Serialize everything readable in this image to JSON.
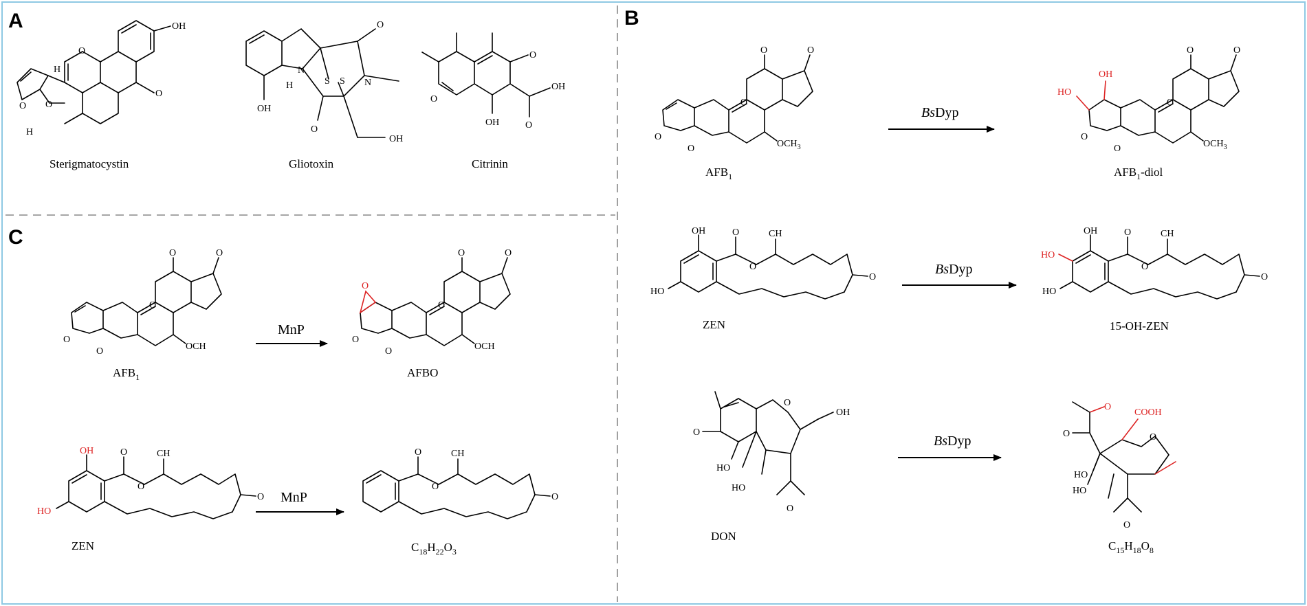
{
  "panels": {
    "A": {
      "letter": "A",
      "compounds": [
        "Sterigmatocystin",
        "Gliotoxin",
        "Citrinin"
      ]
    },
    "B": {
      "letter": "B",
      "enzyme_italic": "Bs",
      "enzyme_suffix": "Dyp",
      "reactions": [
        {
          "substrate": "AFB",
          "substrate_sub": "1",
          "product": "AFB",
          "product_sub": "1",
          "product_suffix": "-diol"
        },
        {
          "substrate": "ZEN",
          "product": "15-OH-ZEN"
        },
        {
          "substrate": "DON",
          "product_parts": [
            "C",
            "15",
            "H",
            "18",
            "O",
            "8"
          ]
        }
      ]
    },
    "C": {
      "letter": "C",
      "enzyme": "MnP",
      "reactions": [
        {
          "substrate": "AFB",
          "substrate_sub": "1",
          "product": "AFBO"
        },
        {
          "substrate": "ZEN",
          "product_parts": [
            "C",
            "18",
            "H",
            "22",
            "O",
            "3"
          ]
        }
      ]
    }
  },
  "atom_labels": {
    "oh": "OH",
    "ho": "HO",
    "o": "O",
    "h": "H",
    "n": "N",
    "s": "S",
    "och3": "OCH",
    "three": "3",
    "ch3": "CH",
    "cooh": "COOH"
  },
  "colors": {
    "border": "#8ec9e3",
    "divider": "#888888",
    "highlight": "#dd2222"
  }
}
